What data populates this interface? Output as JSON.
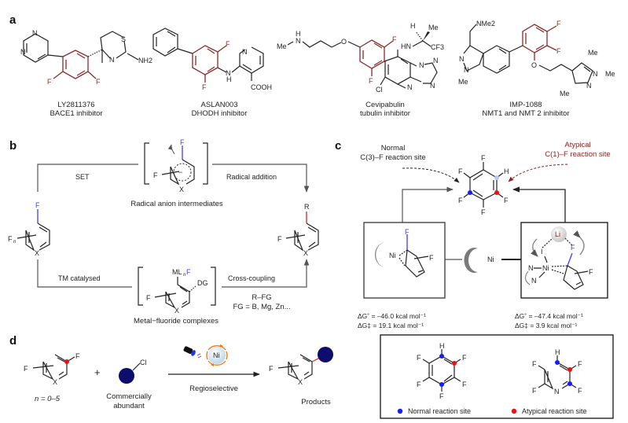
{
  "panel_a": {
    "label": "a",
    "compounds": [
      {
        "name": "LY2811376",
        "target": "BACE1 inhibitor",
        "atoms": [
          "N",
          "N",
          "S",
          "N",
          "NH2",
          "F",
          "F"
        ]
      },
      {
        "name": "ASLAN003",
        "target": "DHODH inhibitor",
        "atoms": [
          "F",
          "F",
          "N",
          "N",
          "H",
          "COOH"
        ]
      },
      {
        "name": "Cevipabulin",
        "target": "tubulin inhibitor",
        "atoms": [
          "Me",
          "N",
          "H",
          "O",
          "F",
          "F",
          "HN",
          "H",
          "Me",
          "CF3",
          "N",
          "N",
          "N",
          "N",
          "Cl"
        ]
      },
      {
        "name": "IMP-1088",
        "target": "NMT1 and NMT 2 inhibitor",
        "atoms": [
          "NMe2",
          "N",
          "N",
          "Me",
          "F",
          "F",
          "O",
          "Me",
          "N",
          "Me",
          "N",
          "Me"
        ]
      }
    ]
  },
  "panel_b": {
    "label": "b",
    "set_label": "SET",
    "radical_addition_label": "Radical addition",
    "radical_anion_caption": "Radical anion intermediates",
    "tm_catalysed_label": "TM catalysed",
    "cross_coupling_label": "Cross-coupling",
    "reagent_line1": "R–FG",
    "reagent_line2": "FG = B, Mg, Zn...",
    "metal_fluoride_caption": "Metal−fluoride complexes",
    "atoms": {
      "F": "F",
      "Fn": "F",
      "n": "n",
      "X": "X",
      "R": "R",
      "MLnF_M": "ML",
      "MLnF_F": "F",
      "DG": "DG"
    }
  },
  "panel_c": {
    "label": "c",
    "normal_label_line1": "Normal",
    "normal_label_line2": "C(3)–F reaction site",
    "atypical_label_line1": "Atypical",
    "atypical_label_line2": "C(1)–F reaction site",
    "ni_label": "Ni",
    "li_label": "Li",
    "left_energy": {
      "dg_complex": "ΔG˚ = –46.0 kcal mol⁻¹",
      "dg_barrier": "ΔG‡ = 19.1 kcal mol⁻¹"
    },
    "right_energy": {
      "dg_complex": "ΔG˚ = –47.4 kcal mol⁻¹",
      "dg_barrier": "ΔG‡ = 3.9 kcal mol⁻¹"
    },
    "colors": {
      "normal": "#1a1aff",
      "atypical": "#ee1111",
      "h_site": "#b8c8f0",
      "atypical_text": "#8a2222"
    }
  },
  "panel_d": {
    "label": "d",
    "n_range": "n = 0–5",
    "plus": "+",
    "cl_label": "Cl",
    "reagent_caption_line1": "Commercially",
    "reagent_caption_line2": "abundant",
    "catalyst_label": "Ni",
    "arrow_label": "Regioselective",
    "product_caption": "Products",
    "colors": {
      "reagent": "#0d0d6e",
      "cycle": "#f07a1a",
      "site": "#ee1111"
    }
  },
  "legend": {
    "normal_label": "Normal reaction site",
    "atypical_label": "Atypical reaction site",
    "pyridine_N": "N",
    "H": "H",
    "F": "F",
    "colors": {
      "normal": "#1a1aff",
      "atypical": "#ee1111"
    }
  }
}
